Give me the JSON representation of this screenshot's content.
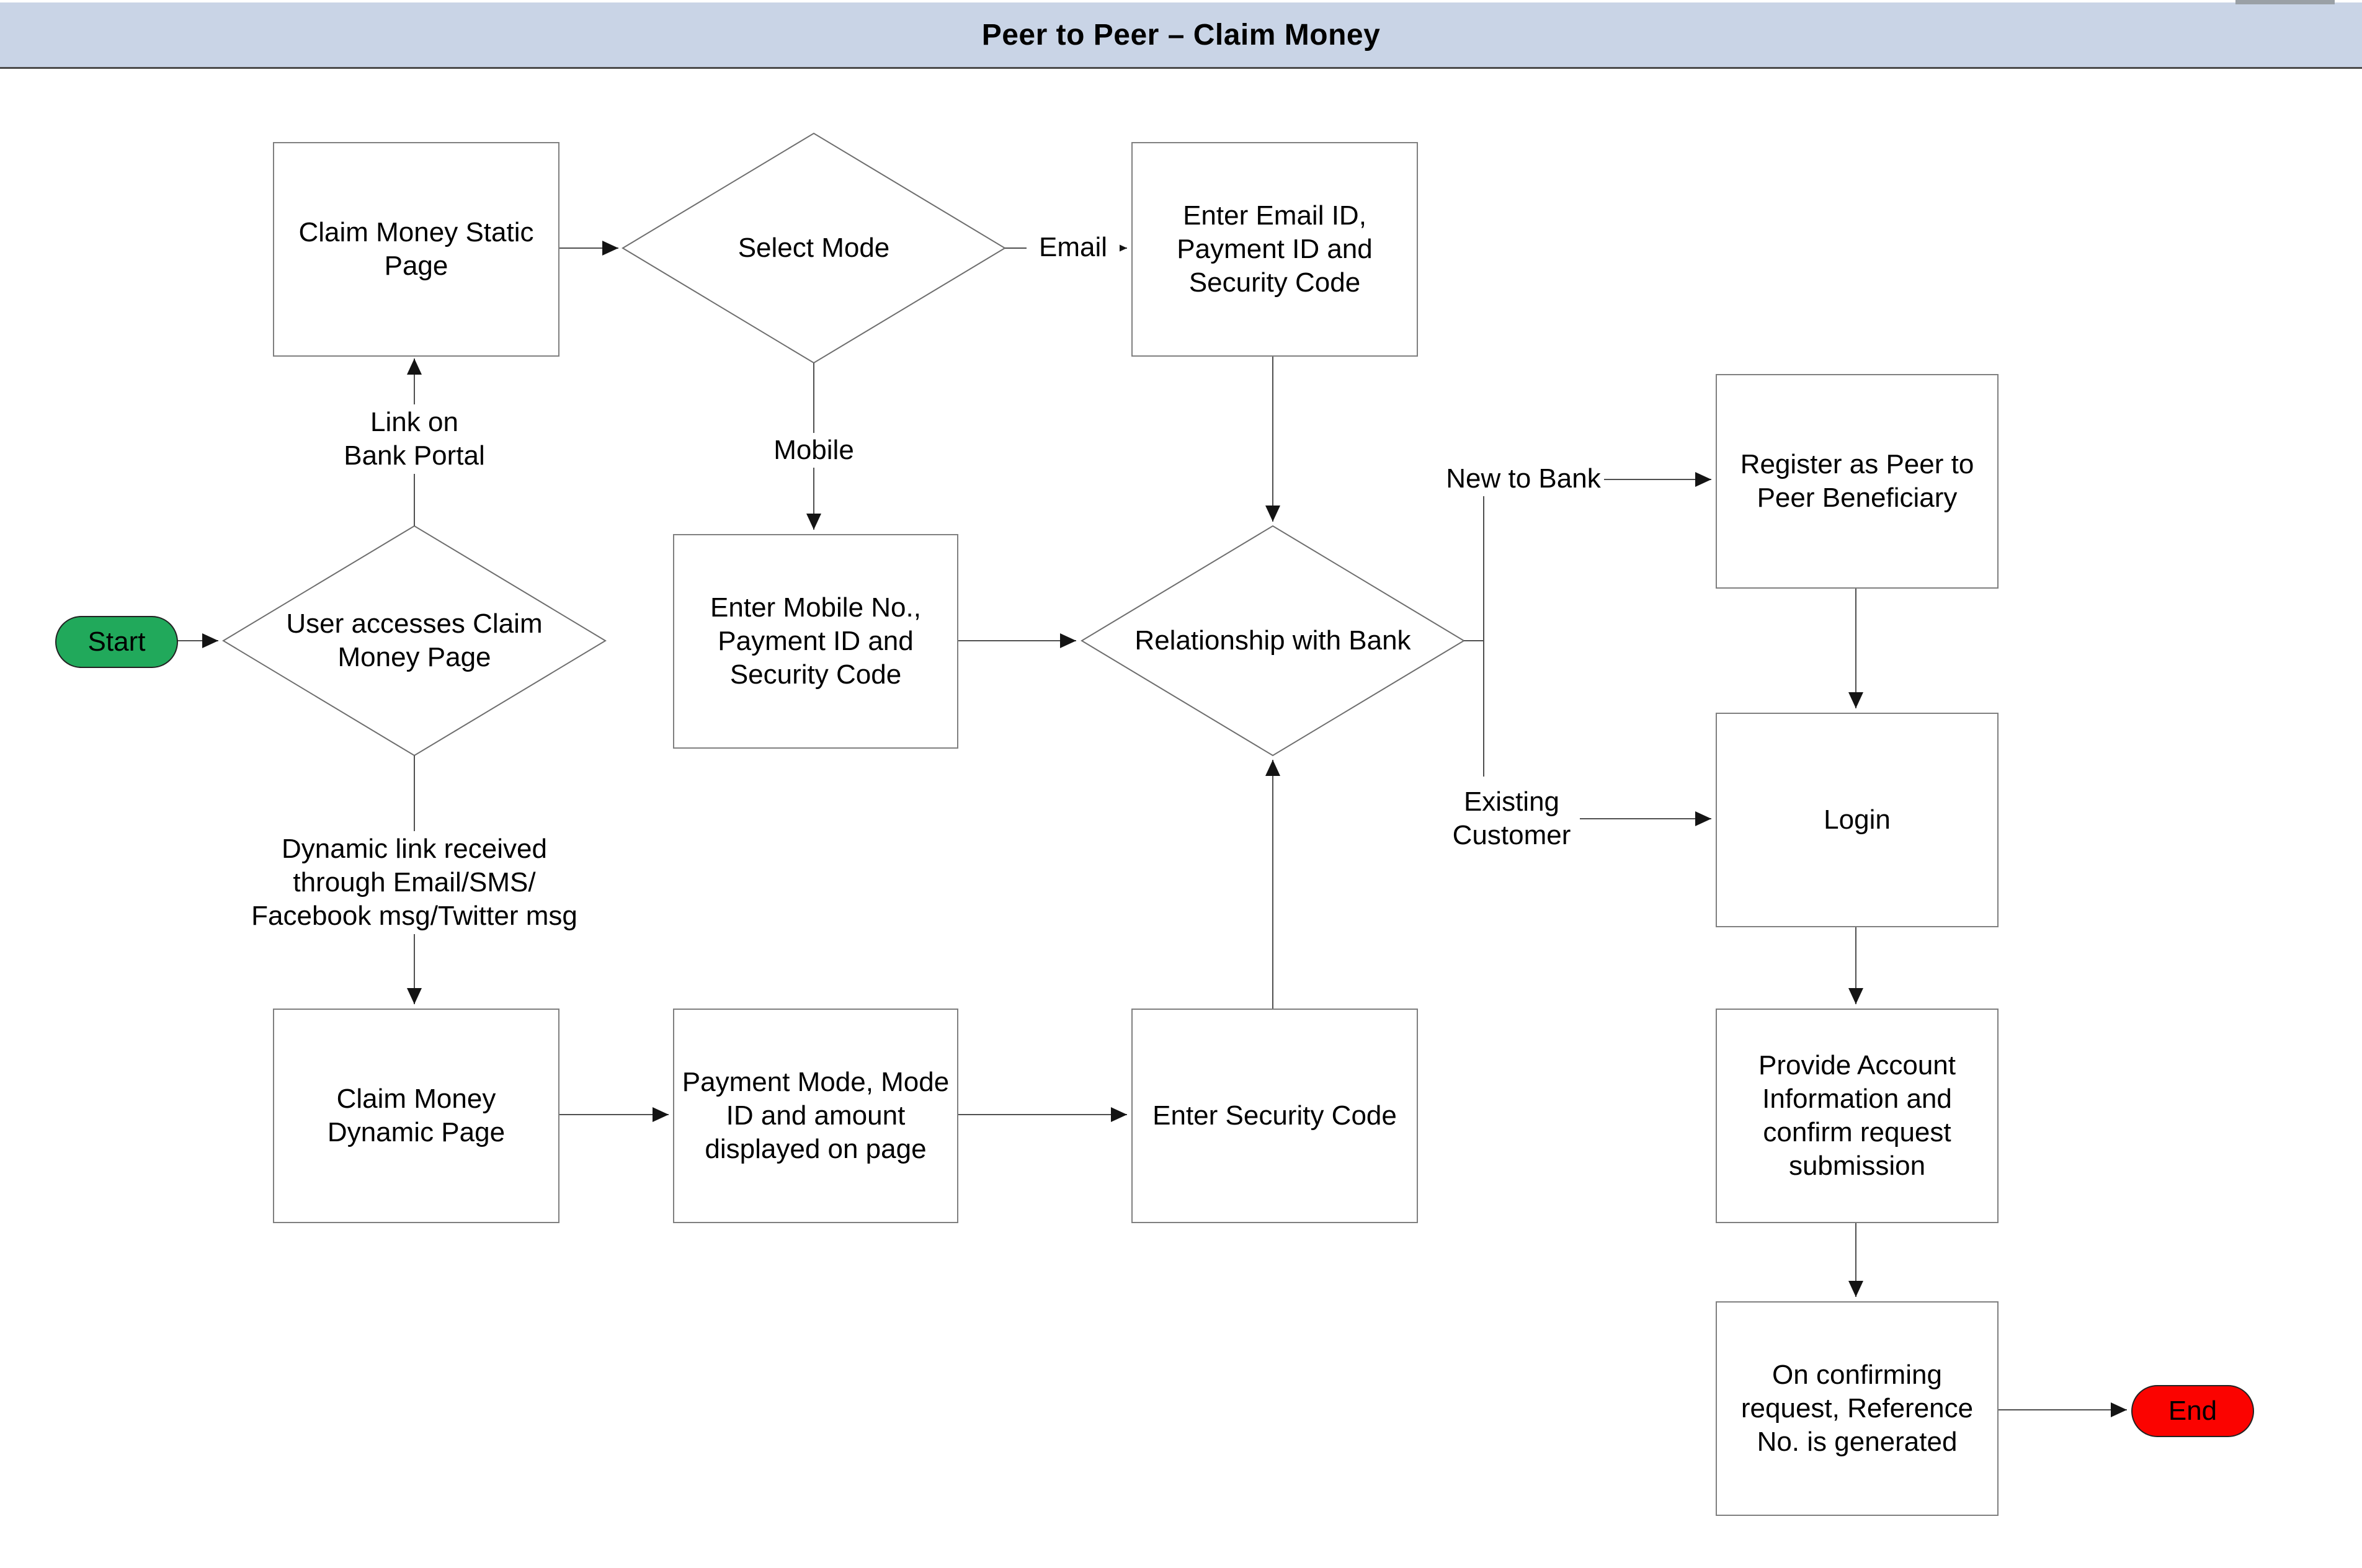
{
  "title": "Peer to Peer – Claim Money",
  "colors": {
    "titlebar_bg": "#c9d4e6",
    "start_fill": "#21a95b",
    "end_fill": "#fb0300",
    "node_border": "#7f7f7f",
    "connector": "#4f4f4f"
  },
  "nodes": {
    "start": {
      "type": "terminator",
      "label": "Start"
    },
    "end": {
      "type": "terminator",
      "label": "End"
    },
    "user_access": {
      "type": "decision",
      "label": "User accesses Claim\nMoney Page"
    },
    "select_mode": {
      "type": "decision",
      "label": "Select Mode"
    },
    "relationship": {
      "type": "decision",
      "label": "Relationship with Bank"
    },
    "claim_static": {
      "type": "process",
      "label": "Claim Money Static\nPage"
    },
    "enter_email": {
      "type": "process",
      "label": "Enter Email ID,\nPayment ID and\nSecurity Code"
    },
    "enter_mobile": {
      "type": "process",
      "label": "Enter Mobile No.,\nPayment ID and\nSecurity Code"
    },
    "claim_dynamic": {
      "type": "process",
      "label": "Claim Money\nDynamic Page"
    },
    "payment_mode": {
      "type": "process",
      "label": "Payment Mode, Mode\nID and amount\ndisplayed on page"
    },
    "enter_security": {
      "type": "process",
      "label": "Enter Security Code"
    },
    "register": {
      "type": "process",
      "label": "Register as Peer to\nPeer Beneficiary"
    },
    "login": {
      "type": "process",
      "label": "Login"
    },
    "provide_account": {
      "type": "process",
      "label": "Provide Account\nInformation and\nconfirm request\nsubmission"
    },
    "reference_generated": {
      "type": "process",
      "label": "On confirming\nrequest, Reference\nNo. is generated"
    }
  },
  "edges": {
    "link_on_bank_portal": "Link on\nBank Portal",
    "email": "Email",
    "mobile": "Mobile",
    "new_to_bank": "New to Bank",
    "existing_customer": "Existing\nCustomer",
    "dynamic_link": "Dynamic link received\nthrough Email/SMS/\nFacebook msg/Twitter msg"
  }
}
